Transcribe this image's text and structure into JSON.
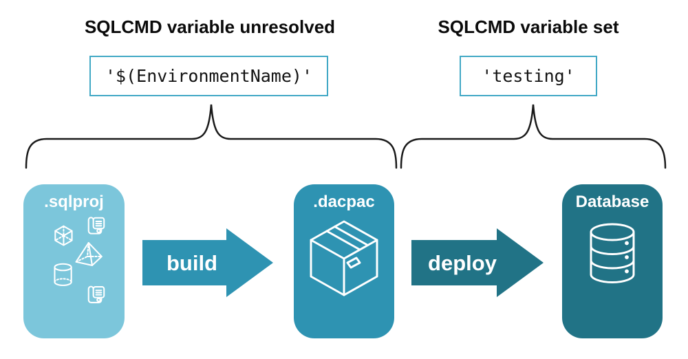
{
  "annotations": {
    "left": {
      "title": "SQLCMD variable unresolved",
      "code": "'$(EnvironmentName)'"
    },
    "right": {
      "title": "SQLCMD variable set",
      "code": "'testing'"
    }
  },
  "pipeline": {
    "stages": [
      {
        "label": ".sqlproj",
        "icon": "sql-objects-icons",
        "color": "#7CC6DB"
      },
      {
        "label": ".dacpac",
        "icon": "package-icon",
        "color": "#2E93B2"
      },
      {
        "label": "Database",
        "icon": "database-icon",
        "color": "#217386"
      }
    ],
    "arrows": [
      {
        "label": "build",
        "color": "#2E93B2"
      },
      {
        "label": "deploy",
        "color": "#217386"
      }
    ]
  },
  "icons": {
    "sqlproj_cluster": [
      "script-icon",
      "cube-icon",
      "pyramid-icon",
      "cylinder-icon",
      "script-icon"
    ],
    "dacpac": "package-icon",
    "database": "database-icon"
  },
  "colors": {
    "background": "#FFFFFF",
    "heading_text": "#0A0A0A",
    "code_text": "#121212",
    "code_box_border": "#41A8C5",
    "brace": "#1A1A1A",
    "card_label_text": "#FFFFFF"
  }
}
